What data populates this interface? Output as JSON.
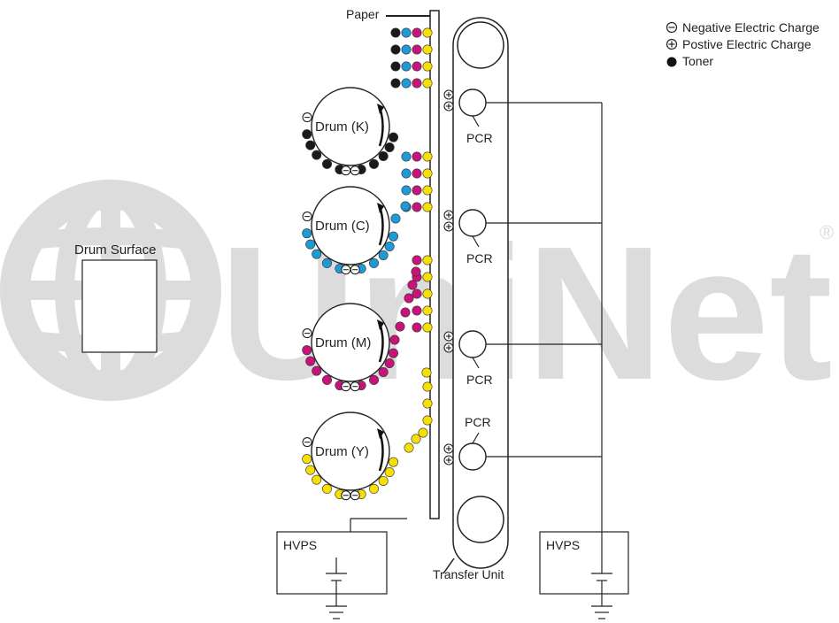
{
  "watermark": {
    "text": "UniNet",
    "registered_mark": "®",
    "color": "#dcdcdc"
  },
  "legend": {
    "negative": {
      "symbol": "⊖",
      "label": "Negative Electric Charge"
    },
    "positive": {
      "symbol": "⊕",
      "label": "Postive Electric Charge"
    },
    "toner": {
      "symbol": "●",
      "label": "Toner"
    }
  },
  "labels": {
    "paper": "Paper",
    "drum_surface": "Drum Surface",
    "transfer_unit": "Transfer Unit",
    "hvps_left": "HVPS",
    "hvps_right": "HVPS"
  },
  "drums": [
    {
      "label": "Drum (K)",
      "color": "#1a1a1a"
    },
    {
      "label": "Drum (C)",
      "color": "#1e9ad6"
    },
    {
      "label": "Drum (M)",
      "color": "#c8137a"
    },
    {
      "label": "Drum (Y)",
      "color": "#f5e000"
    }
  ],
  "pcr_label": "PCR",
  "colors": {
    "black": "#1a1a1a",
    "cyan": "#1e9ad6",
    "magenta": "#c8137a",
    "yellow": "#f5e000",
    "line": "#222222"
  }
}
